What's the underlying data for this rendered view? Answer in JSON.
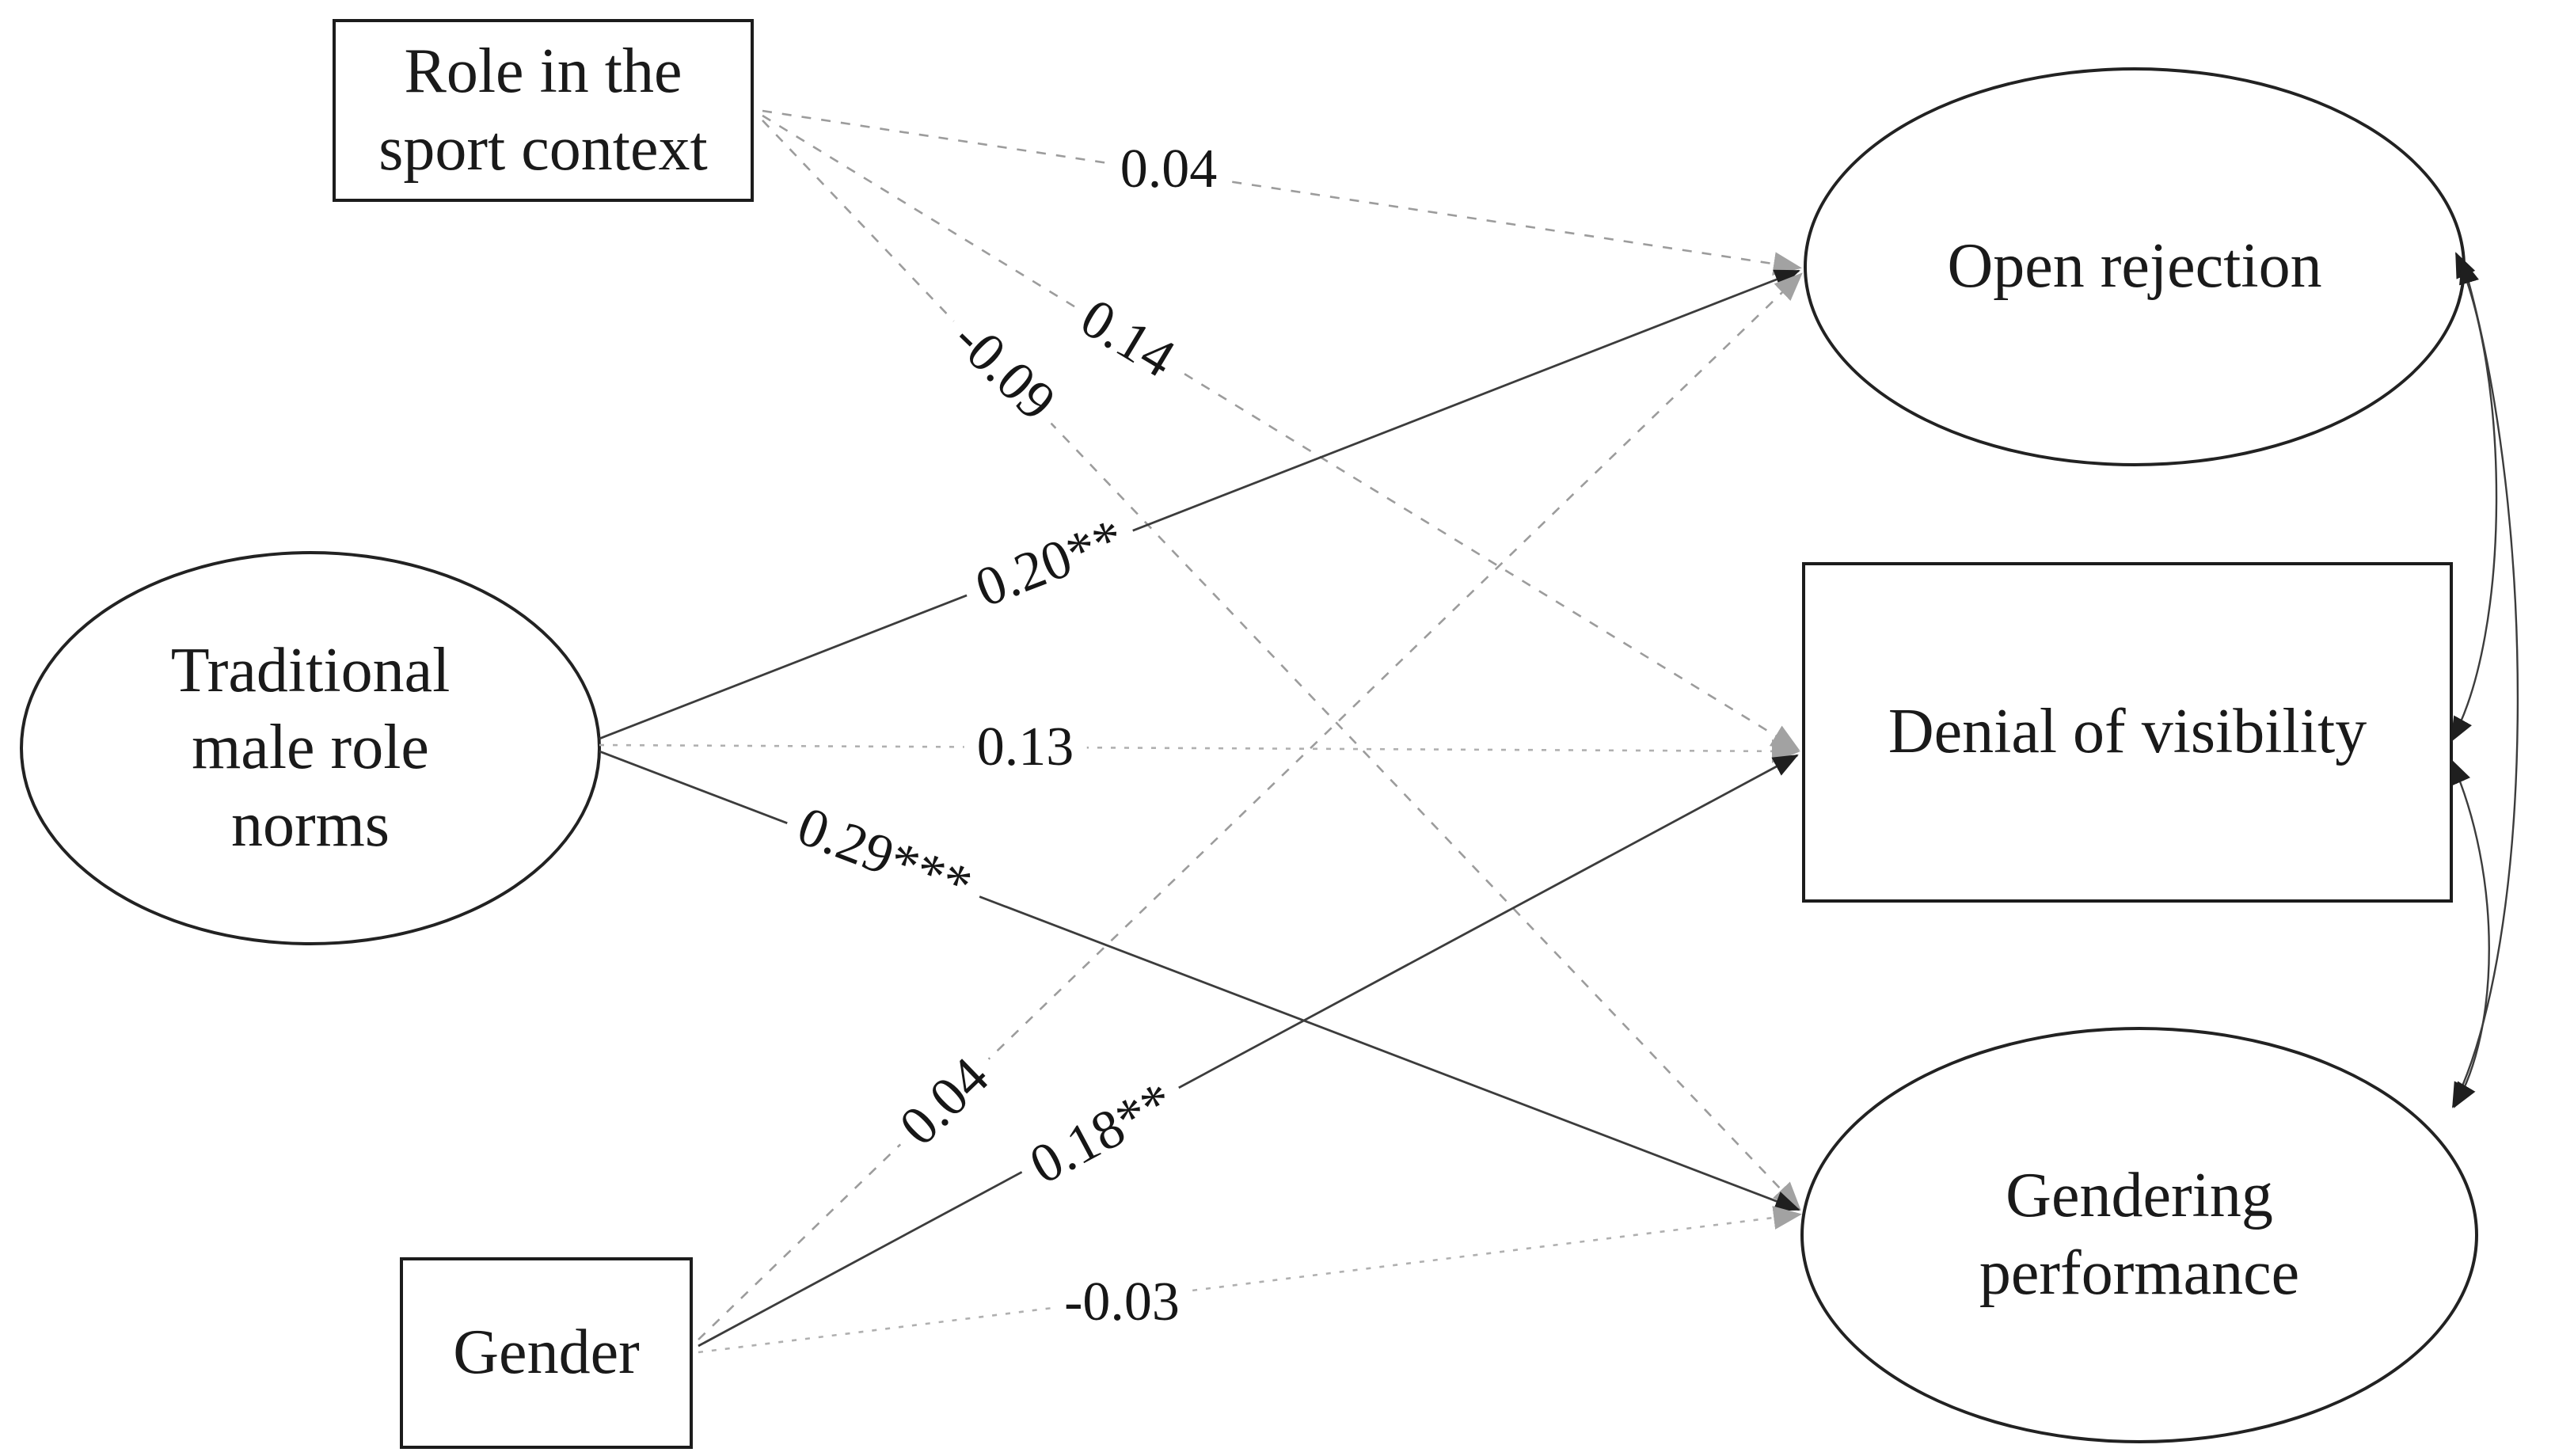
{
  "figure": {
    "background_color": "#ffffff",
    "text_color": "#1a1a1a",
    "solid_line_color": "#3c3c3c",
    "dashed_line_color": "#9c9c9c",
    "dotted_line_color": "#b0b0b0",
    "gray_arrow_color": "#a2a2a2",
    "dark_arrow_color": "#1f1f1f",
    "nodes": [
      {
        "id": "role",
        "label": "Role in the\nsport context",
        "shape": "rectangle",
        "type": "observed"
      },
      {
        "id": "tmrn",
        "label": "Traditional\nmale role\nnorms",
        "shape": "ellipse",
        "type": "latent"
      },
      {
        "id": "gender",
        "label": "Gender",
        "shape": "rectangle",
        "type": "observed"
      },
      {
        "id": "rejection",
        "label": "Open rejection",
        "shape": "ellipse",
        "type": "latent"
      },
      {
        "id": "denial",
        "label": "Denial of visibility",
        "shape": "rectangle",
        "type": "observed"
      },
      {
        "id": "gendering",
        "label": "Gendering\nperformance",
        "shape": "ellipse",
        "type": "latent"
      }
    ],
    "paths": [
      {
        "from": "Role in the sport context",
        "to": "Open rejection",
        "coefficient": "0.04",
        "line": "dashed",
        "significant": false
      },
      {
        "from": "Role in the sport context",
        "to": "Denial of visibility",
        "coefficient": "0.14",
        "line": "dashed",
        "significant": false
      },
      {
        "from": "Role in the sport context",
        "to": "Gendering performance",
        "coefficient": "-0.09",
        "line": "dashed",
        "significant": false
      },
      {
        "from": "Traditional male role norms",
        "to": "Open rejection",
        "coefficient": "0.20**",
        "line": "solid",
        "significant": true
      },
      {
        "from": "Traditional male role norms",
        "to": "Denial of visibility",
        "coefficient": "0.13",
        "line": "dotted",
        "significant": false
      },
      {
        "from": "Traditional male role norms",
        "to": "Gendering performance",
        "coefficient": "0.29***",
        "line": "solid",
        "significant": true
      },
      {
        "from": "Gender",
        "to": "Open rejection",
        "coefficient": "0.04",
        "line": "dashed",
        "significant": false
      },
      {
        "from": "Gender",
        "to": "Denial of visibility",
        "coefficient": "0.18**",
        "line": "solid",
        "significant": true
      },
      {
        "from": "Gender",
        "to": "Gendering performance",
        "coefficient": "-0.03",
        "line": "dotted",
        "significant": false
      }
    ],
    "covariances": [
      {
        "between": [
          "Open rejection",
          "Denial of visibility"
        ],
        "arrow": "double-headed"
      },
      {
        "between": [
          "Open rejection",
          "Gendering performance"
        ],
        "arrow": "double-headed"
      },
      {
        "between": [
          "Denial of visibility",
          "Gendering performance"
        ],
        "arrow": "double-headed"
      }
    ]
  }
}
